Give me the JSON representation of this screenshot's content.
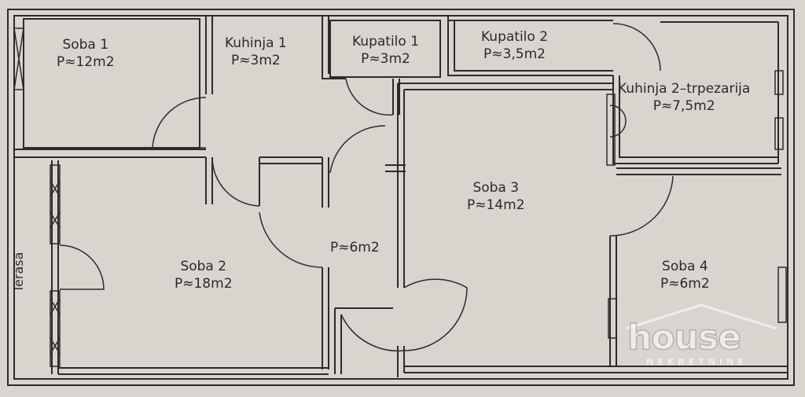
{
  "rooms": {
    "soba1": {
      "name": "Soba 1",
      "area": "P≈12m2"
    },
    "kuhinja1": {
      "name": "Kuhinja 1",
      "area": "P≈3m2"
    },
    "kupatilo1": {
      "name": "Kupatilo 1",
      "area": "P≈3m2"
    },
    "kupatilo2": {
      "name": "Kupatilo 2",
      "area": "P≈3,5m2"
    },
    "kuhinja2": {
      "name": "Kuhinja 2–trpezarija",
      "area": "P≈7,5m2"
    },
    "soba2": {
      "name": "Soba 2",
      "area": "P≈18m2"
    },
    "hall": {
      "area": "P≈6m2"
    },
    "soba3": {
      "name": "Soba 3",
      "area": "P≈14m2"
    },
    "soba4": {
      "name": "Soba 4",
      "area": "P≈6m2"
    },
    "terasa": {
      "name": "Terasa"
    }
  },
  "watermark": {
    "word": "house",
    "sub": "NEKRETNINE"
  },
  "colors": {
    "paper": "#d9d4ce",
    "ink": "#2b2b2b"
  }
}
